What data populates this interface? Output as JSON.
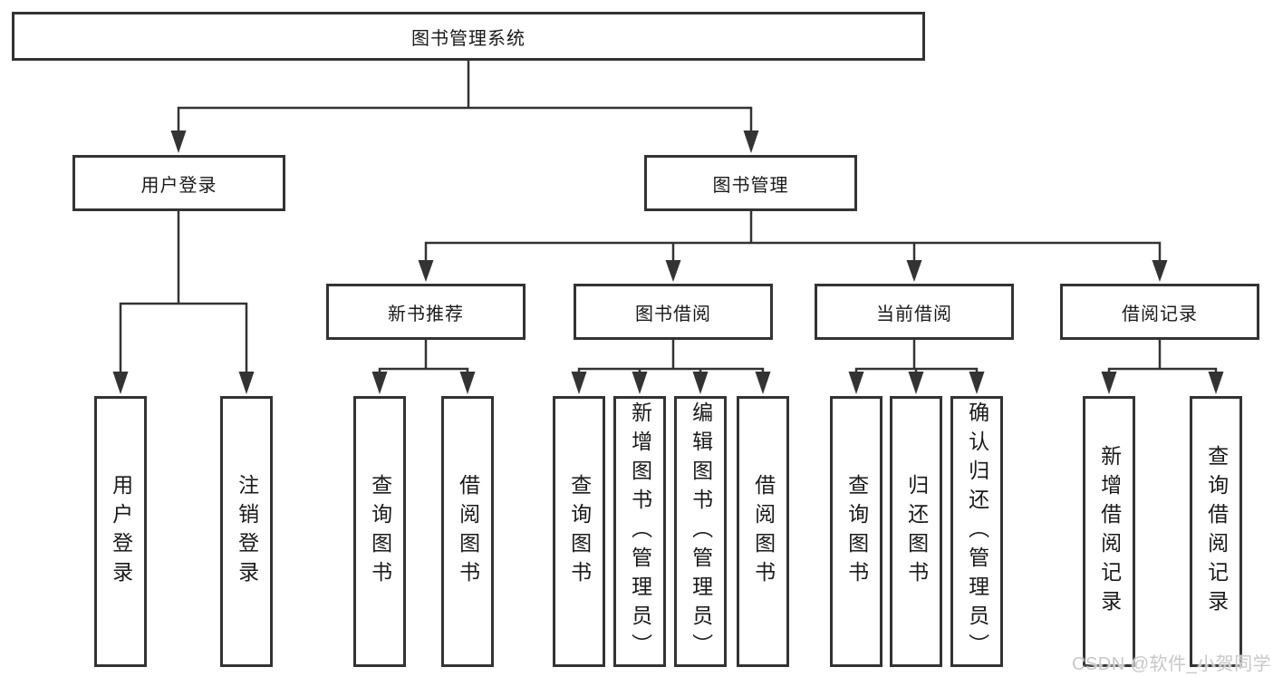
{
  "diagram": {
    "root": {
      "label": "图书管理系统"
    },
    "level1": [
      {
        "label": "用户登录"
      },
      {
        "label": "图书管理"
      }
    ],
    "level2": [
      {
        "label": "新书推荐",
        "parent": "图书管理"
      },
      {
        "label": "图书借阅",
        "parent": "图书管理"
      },
      {
        "label": "当前借阅",
        "parent": "图书管理"
      },
      {
        "label": "借阅记录",
        "parent": "图书管理"
      }
    ],
    "leaves": [
      {
        "label": "用户登录",
        "parent": "用户登录"
      },
      {
        "label": "注销登录",
        "parent": "用户登录"
      },
      {
        "label": "查询图书",
        "parent": "新书推荐"
      },
      {
        "label": "借阅图书",
        "parent": "新书推荐"
      },
      {
        "label": "查询图书",
        "parent": "图书借阅"
      },
      {
        "label": "新增图书（管理员）",
        "parent": "图书借阅"
      },
      {
        "label": "编辑图书（管理员）",
        "parent": "图书借阅"
      },
      {
        "label": "借阅图书",
        "parent": "图书借阅"
      },
      {
        "label": "查询图书",
        "parent": "当前借阅"
      },
      {
        "label": "归还图书",
        "parent": "当前借阅"
      },
      {
        "label": "确认归还（管理员）",
        "parent": "当前借阅"
      },
      {
        "label": "新增借阅记录",
        "parent": "借阅记录"
      },
      {
        "label": "查询借阅记录",
        "parent": "借阅记录"
      }
    ],
    "watermark": "CSDN @软件_小贺同学",
    "colors": {
      "line": "#333333",
      "text": "#1a1a1a",
      "background": "#ffffff",
      "watermark": "#c8c8c8"
    }
  }
}
